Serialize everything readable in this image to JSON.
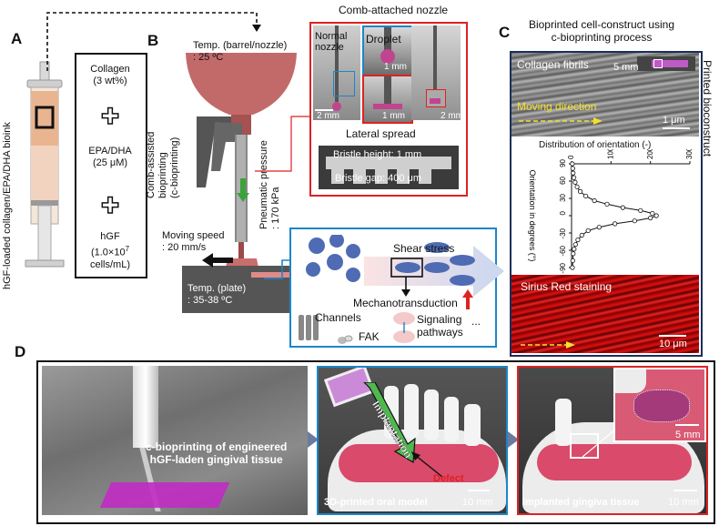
{
  "panel_a": {
    "letter": "A",
    "side_label": "hGF-loaded collagen/EPA/DHA bioink",
    "components": [
      "Collagen",
      "(3 wt%)",
      "EPA/DHA",
      "(25 μM)",
      "hGF",
      "(1.0×10",
      "7",
      "cells/mL)"
    ],
    "plus": "✚"
  },
  "panel_b": {
    "letter": "B",
    "temp_barrel": "Temp. (barrel/nozzle)",
    "temp_barrel_val": ": 25 ºC",
    "side_label_1": "Comb-assisted",
    "side_label_2": "bioprinting",
    "side_label_3": "(c-bioprinting)",
    "pressure_1": "Pneumatic pressure",
    "pressure_2": ": 170 kPa",
    "moving_speed": "Moving speed",
    "moving_speed_val": ": 20 mm/s",
    "temp_plate": "Temp. (plate)",
    "temp_plate_val": ": 35-38 ºC",
    "comb_title": "Comb-attached nozzle",
    "normal_nozzle_1": "Normal",
    "normal_nozzle_2": "nozzle",
    "droplet": "Droplet",
    "scale_1mm_a": "1 mm",
    "scale_2mm_a": "2 mm",
    "scale_1mm_b": "1 mm",
    "scale_2mm_b": "2 mm",
    "lateral_spread": "Lateral spread",
    "bristle_height": "Bristle height: 1 mm",
    "bristle_gap": "Bristle gap: 400 μm",
    "shear_stress": "Shear stress",
    "mechano": "Mechanotransduction",
    "channels": "Channels",
    "fak": "FAK",
    "signaling_1": "Signaling",
    "signaling_2": "pathways",
    "ellipsis": "..."
  },
  "panel_c": {
    "letter": "C",
    "title_1": "Bioprinted cell-construct using",
    "title_2": "c-bioprinting process",
    "side_label": "Printed bioconstruct",
    "collagen_fibrils": "Collagen fibrils",
    "scale_5mm": "5 mm",
    "moving_direction": "Moving direction",
    "scale_1um": "1 μm",
    "dist_title": "Distribution of orientation (-)",
    "x_ticks": [
      "0",
      "10000",
      "20000",
      "30000"
    ],
    "y_label": "Orientation in degrees (°)",
    "y_ticks": [
      "90",
      "60",
      "30",
      "0",
      "-30",
      "-60",
      "-90"
    ],
    "sirius": "Sirius Red staining",
    "scale_10um": "10 μm"
  },
  "panel_d": {
    "letter": "D",
    "caption_1a": "c-bioprinting of engineered",
    "caption_1b": "hGF-laden gingival tissue",
    "caption_2": "3D-printed oral model",
    "implantation": "Implantation",
    "defect": "Defect",
    "scale_10mm_a": "10 mm",
    "caption_3": "Implanted gingiva tissue",
    "scale_5mm": "5 mm",
    "scale_10mm_b": "10 mm"
  },
  "chart_data": {
    "type": "scatter",
    "title": "Distribution of orientation (-)",
    "xlabel": "",
    "ylabel": "Orientation in degrees (°)",
    "xlim": [
      0,
      30000
    ],
    "ylim": [
      -90,
      90
    ],
    "x_ticks": [
      0,
      10000,
      20000,
      30000
    ],
    "y_ticks": [
      90,
      60,
      30,
      0,
      -30,
      -60,
      -90
    ],
    "x": [
      200,
      300,
      400,
      600,
      900,
      1400,
      2200,
      3600,
      5800,
      9000,
      13000,
      17500,
      20500,
      21500,
      20000,
      16000,
      11000,
      7000,
      4200,
      2600,
      1600,
      1000,
      650,
      420,
      300,
      220
    ],
    "y": [
      90,
      82,
      74,
      66,
      58,
      50,
      42,
      34,
      26,
      20,
      14,
      9,
      4,
      0,
      -4,
      -9,
      -14,
      -20,
      -26,
      -34,
      -42,
      -50,
      -58,
      -66,
      -78,
      -90
    ]
  }
}
